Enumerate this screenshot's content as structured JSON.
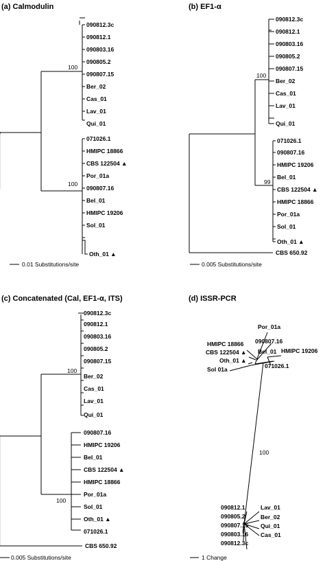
{
  "panels": {
    "a": {
      "title": "(a) Calmodulin",
      "leaves": [
        "090812.3c",
        "090812.1",
        "090803.16",
        "090805.2",
        "090807.15",
        "Ber_02",
        "Cas_01",
        "Lav_01",
        "Qui_01",
        "071026.1",
        "HMIPC 18866",
        "CBS 122504 ▲",
        "Por_01a",
        "090807.16",
        "Bel_01",
        "HMIPC 19206",
        "Sol_01",
        "Oth_01 ▲"
      ],
      "bootstrap": [
        "100",
        "100"
      ],
      "scale_label": "0.01 Substitutions/site"
    },
    "b": {
      "title": "(b) EF1-α",
      "leaves": [
        "090812.3c",
        "090812.1",
        "090803.16",
        "090805.2",
        "090807.15",
        "Ber_02",
        "Cas_01",
        "Lav_01",
        "Qui_01",
        "071026.1",
        "090807.16",
        "HMIPC 19206",
        "Bel_01",
        "CBS 122504 ▲",
        "HMIPC 18866",
        "Por_01a",
        "Sol_01",
        "Oth_01 ▲",
        "CBS 650.92"
      ],
      "bootstrap": [
        "100",
        "99"
      ],
      "scale_label": "0.005 Substitutions/site"
    },
    "c": {
      "title": "(c) Concatenated (Cal, EF1-α, ITS)",
      "leaves": [
        "090812.3c",
        "090812.1",
        "090803.16",
        "090805.2",
        "090807.15",
        "Ber_02",
        "Cas_01",
        "Lav_01",
        "Qui_01",
        "090807.16",
        "HMIPC 19206",
        "Bel_01",
        "CBS 122504 ▲",
        "HMIPC 18866",
        "Por_01a",
        "Sol_01",
        "Oth_01 ▲",
        "071026.1",
        "CBS 650.92"
      ],
      "bootstrap": [
        "100",
        "100"
      ],
      "scale_label": "0.005 Substitutions/site"
    },
    "d": {
      "title": "(d) ISSR-PCR",
      "leaves": [
        "Por_01a",
        "090807.16",
        "HMIPC 18866",
        "Bel_01",
        "HMIPC 19206",
        "CBS 122504 ▲",
        "Oth_01 ▲",
        "071026.1",
        "Sol 01a",
        "090812.1",
        "Lav_01",
        "090805.2",
        "Ber_02",
        "090807.15",
        "Qui_01",
        "090803.16",
        "Cas_01",
        "090812.3c"
      ],
      "bootstrap": [
        "100"
      ],
      "scale_label": "1 Change"
    }
  },
  "colors": {
    "branch": "#000000",
    "root_stub": "#c8c8c8"
  }
}
